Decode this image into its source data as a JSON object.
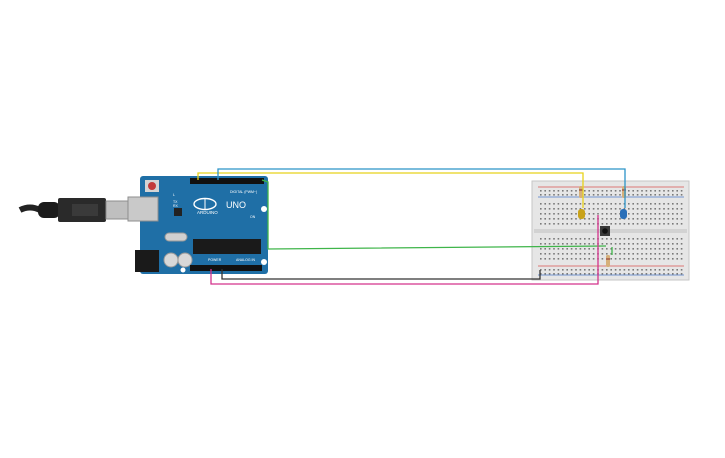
{
  "arduino": {
    "brand": "ARDUINO",
    "model": "UNO",
    "digital_label": "DIGITAL (PWM~)",
    "power_label": "POWER",
    "analog_label": "ANALOG IN",
    "label_tx": "TX",
    "label_rx": "RX",
    "label_l": "L",
    "label_on": "ON"
  },
  "colors": {
    "board": "#1f6fa6",
    "wire_yellow": "#e8d21a",
    "wire_blue": "#2b93c8",
    "wire_green": "#3fb54a",
    "wire_black": "#333333",
    "wire_magenta": "#d3338c",
    "breadboard": "#e6e6e6",
    "rail_red": "#d9534f",
    "rail_blue": "#4a78c8",
    "led_yellow": "#c8a21a",
    "led_blue": "#2a6fb8"
  },
  "components": {
    "usb_cable": "usb-cable",
    "leds": [
      "led-yellow",
      "led-blue"
    ],
    "resistors": [
      "resistor-1",
      "resistor-2",
      "resistor-3"
    ],
    "button": "push-button"
  }
}
